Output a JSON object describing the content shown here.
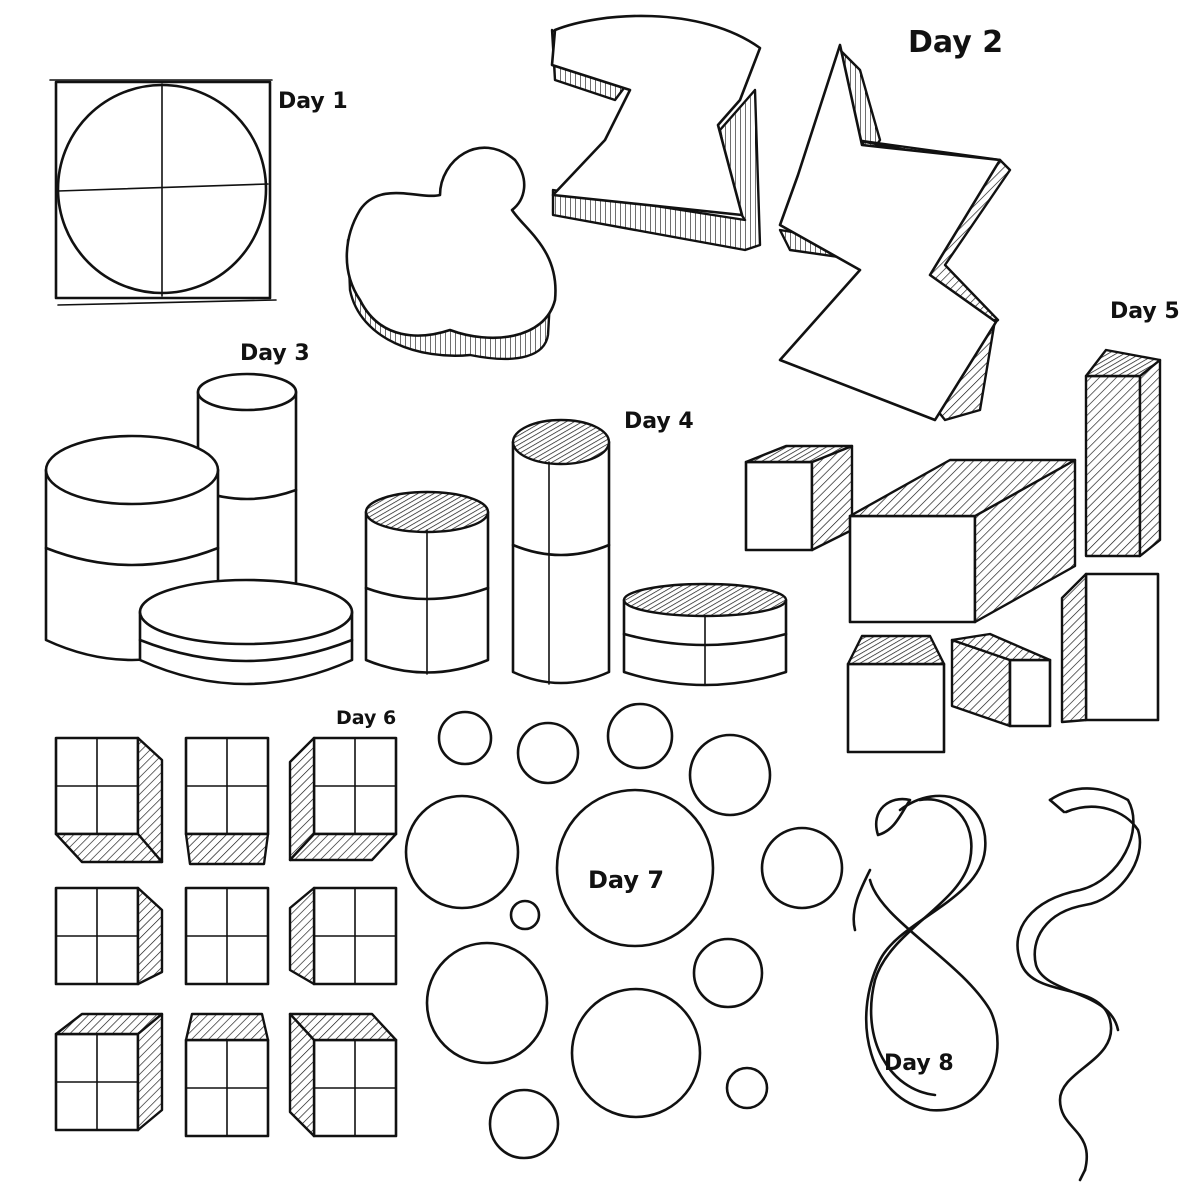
{
  "labels": {
    "day1": "Day 1",
    "day2": "Day 2",
    "day3": "Day 3",
    "day4": "Day 4",
    "day5": "Day 5",
    "day6": "Day 6",
    "day7": "Day 7",
    "day8": "Day 8"
  },
  "colors": {
    "ink": "#111111",
    "paper": "#ffffff"
  }
}
